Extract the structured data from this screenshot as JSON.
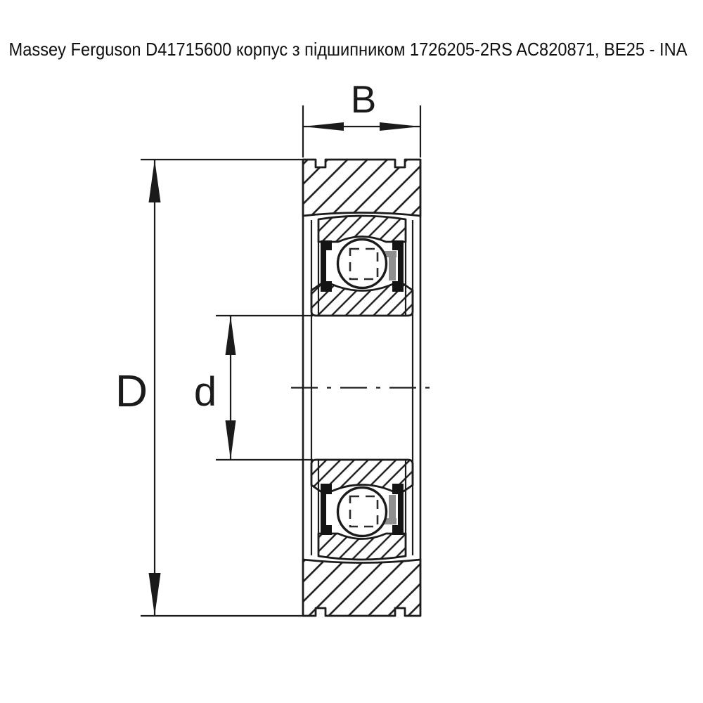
{
  "title": "Massey Ferguson D41715600 корпус з підшипником 1726205-2RS AC820871, BE25 - INA",
  "drawing": {
    "type": "bearing-unit cross-section technical drawing",
    "labels": {
      "width": "B",
      "outer_diameter": "D",
      "bore_diameter": "d"
    },
    "colors": {
      "line": "#1b1b1b",
      "background": "#ffffff",
      "seal_fill": "#141414",
      "seal_lip_gray": "#8f8f8f"
    }
  }
}
